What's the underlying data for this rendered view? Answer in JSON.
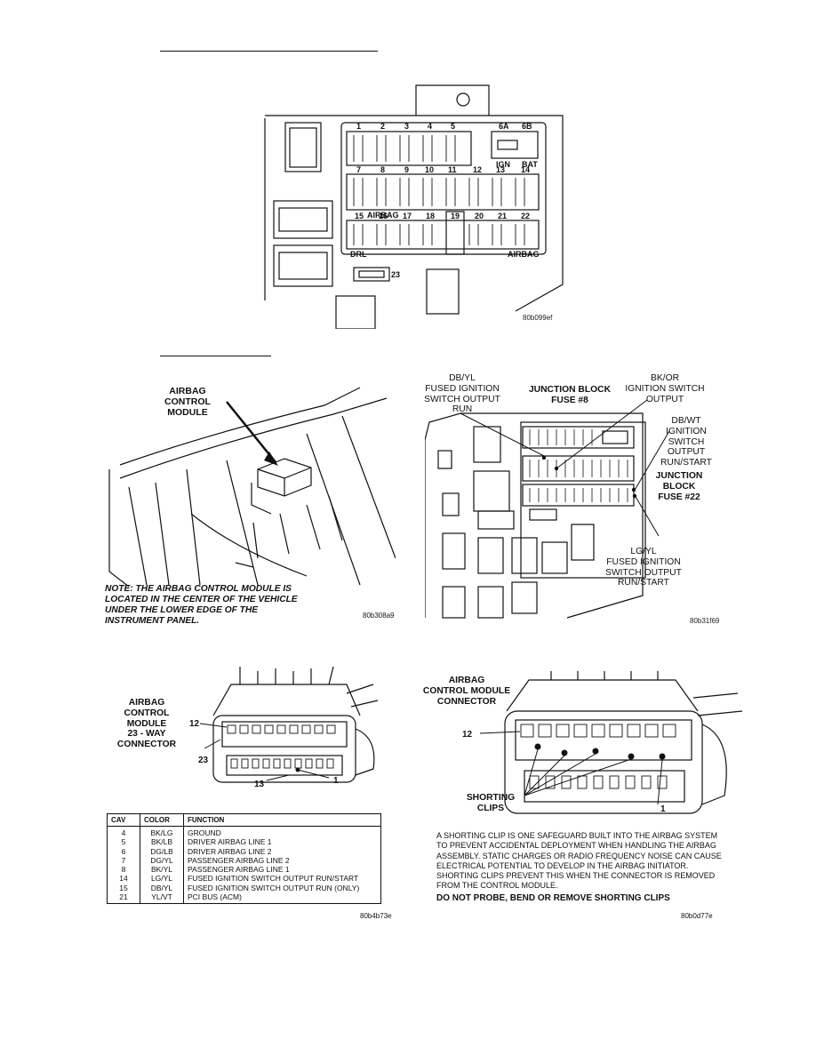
{
  "fuse_diagram": {
    "fuse_numbers_row1": [
      "1",
      "2",
      "3",
      "4",
      "5"
    ],
    "fuse_numbers_row1b": [
      "6A",
      "6B"
    ],
    "ign_label": "IGN",
    "bat_label": "BAT",
    "fuse_numbers_row2": [
      "7",
      "8",
      "9",
      "10",
      "11",
      "12",
      "13",
      "14"
    ],
    "airbag_label_upper": "AIRBAG",
    "fuse_numbers_row3": [
      "15",
      "16",
      "17",
      "18",
      "19",
      "20",
      "21",
      "22"
    ],
    "drl_label": "DRL",
    "airbag_label_lower": "AIRBAG",
    "fuse_23": "23",
    "figure_code": "80b099ef"
  },
  "location_figure": {
    "callout_1": "AIRBAG",
    "callout_2": "CONTROL",
    "callout_3": "MODULE",
    "note_text": "NOTE: THE AIRBAG CONTROL MODULE IS LOCATED IN THE CENTER OF THE VEHICLE UNDER THE LOWER EDGE OF THE INSTRUMENT PANEL.",
    "figure_code": "80b308a9"
  },
  "junction_figure": {
    "dbyl": [
      "DB/YL",
      "FUSED IGNITION",
      "SWITCH OUTPUT",
      "RUN"
    ],
    "jb8": [
      "JUNCTION BLOCK",
      "FUSE #8"
    ],
    "bkor": [
      "BK/OR",
      "IGNITION SWITCH",
      "OUTPUT"
    ],
    "dbwt": [
      "DB/WT",
      "IGNITION",
      "SWITCH",
      "OUTPUT",
      "RUN/START"
    ],
    "jb22": [
      "JUNCTION",
      "BLOCK",
      "FUSE #22"
    ],
    "lgyl": [
      "LG/YL",
      "FUSED IGNITION",
      "SWITCH OUTPUT",
      "RUN/START"
    ],
    "figure_code": "80b31f69"
  },
  "connector_figure": {
    "title": [
      "AIRBAG",
      "CONTROL",
      "MODULE",
      "23 - WAY",
      "CONNECTOR"
    ],
    "pin_12": "12",
    "pin_23": "23",
    "pin_13": "13",
    "pin_1": "1",
    "table_headers": [
      "CAV",
      "COLOR",
      "FUNCTION"
    ],
    "table_rows": [
      [
        "4",
        "BK/LG",
        "GROUND"
      ],
      [
        "5",
        "BK/LB",
        "DRIVER AIRBAG LINE 1"
      ],
      [
        "6",
        "DG/LB",
        "DRIVER AIRBAG LINE 2"
      ],
      [
        "7",
        "DG/YL",
        "PASSENGER AIRBAG LINE 2"
      ],
      [
        "8",
        "BK/YL",
        "PASSENGER AIRBAG LINE 1"
      ],
      [
        "14",
        "LG/YL",
        "FUSED IGNITION SWITCH OUTPUT RUN/START"
      ],
      [
        "15",
        "DB/YL",
        "FUSED IGNITION SWITCH OUTPUT RUN (ONLY)"
      ],
      [
        "21",
        "YL/VT",
        "PCI BUS (ACM)"
      ]
    ],
    "figure_code": "80b4b73e"
  },
  "shorting_figure": {
    "title": [
      "AIRBAG",
      "CONTROL MODULE",
      "CONNECTOR"
    ],
    "pin_12": "12",
    "pin_1": "1",
    "shorting_label": [
      "SHORTING",
      "CLIPS"
    ],
    "paragraph": "A SHORTING CLIP IS ONE SAFEGUARD BUILT INTO THE AIRBAG SYSTEM TO PREVENT ACCIDENTAL DEPLOYMENT WHEN HANDLING THE AIRBAG ASSEMBLY. STATIC CHARGES OR RADIO FREQUENCY NOISE CAN CAUSE ELECTRICAL POTENTIAL TO DEVELOP IN THE AIRBAG INITIATOR. SHORTING CLIPS PREVENT THIS WHEN THE CONNECTOR IS REMOVED FROM THE CONTROL MODULE.",
    "warning": "DO NOT PROBE, BEND OR REMOVE SHORTING CLIPS",
    "figure_code": "80b0d77e"
  }
}
